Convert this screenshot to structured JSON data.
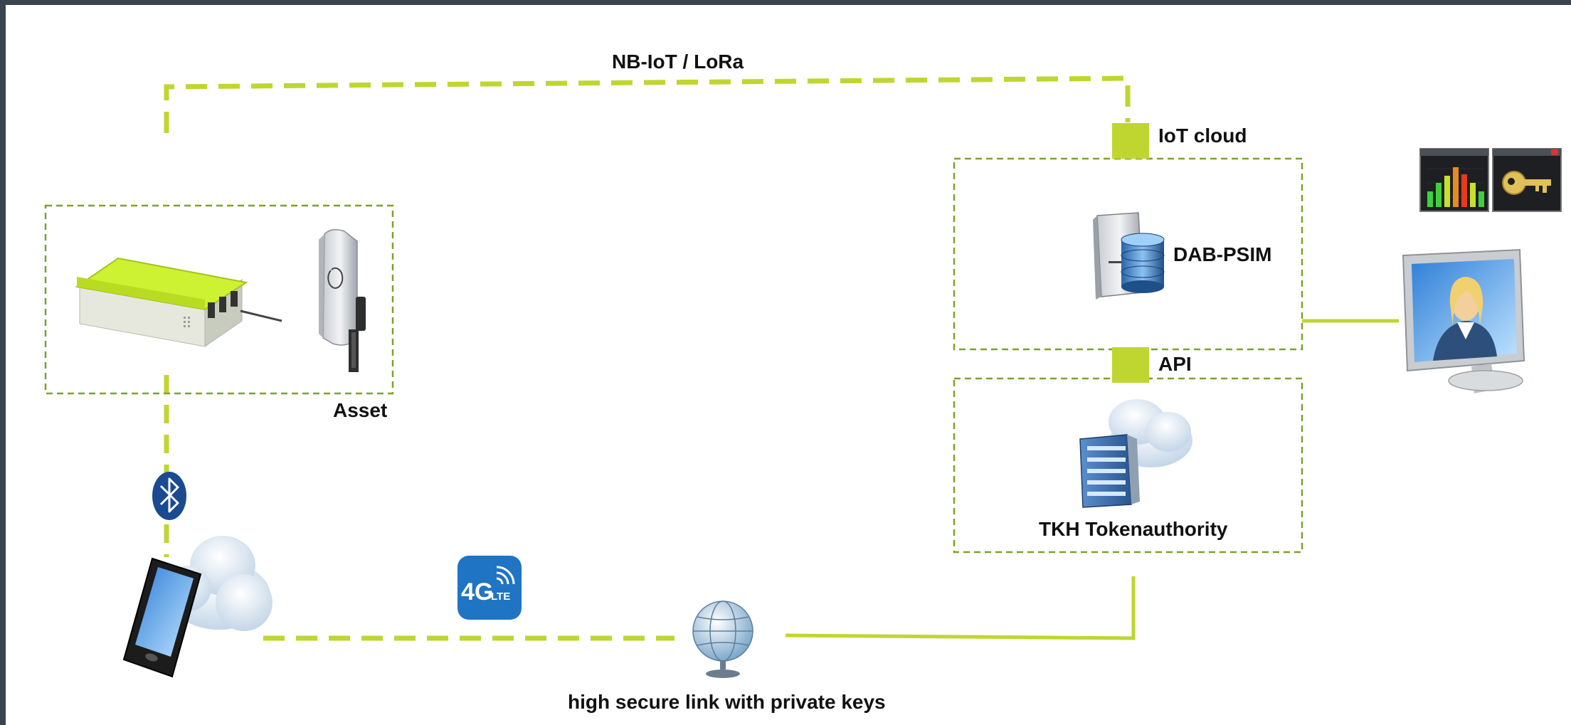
{
  "labels": {
    "connection_top": "NB-IoT / LoRa",
    "iot_cloud": "IoT cloud",
    "server": "DAB-PSIM",
    "api": "API",
    "asset": "Asset",
    "token_authority": "TKH Tokenauthority",
    "secure_link": "high secure link with private keys",
    "lte_badge": "4G",
    "lte_sub": "LTE"
  },
  "colors": {
    "frame_background": "#3a4450",
    "connector_green": "#bfd630",
    "box_border_green": "#7ea12a",
    "asset_lid": "#cdf232",
    "bluetooth_blue": "#1a4a8f",
    "lte_blue": "#1f74c4"
  },
  "icons": [
    "iot-device-icon",
    "smart-plug-icon",
    "bluetooth-icon",
    "tablet-icon",
    "cloud-icon",
    "lte-4g-icon",
    "globe-network-icon",
    "database-server-icon",
    "cloud-server-icon",
    "monitor-user-icon",
    "chart-window-icon",
    "key-window-icon"
  ]
}
